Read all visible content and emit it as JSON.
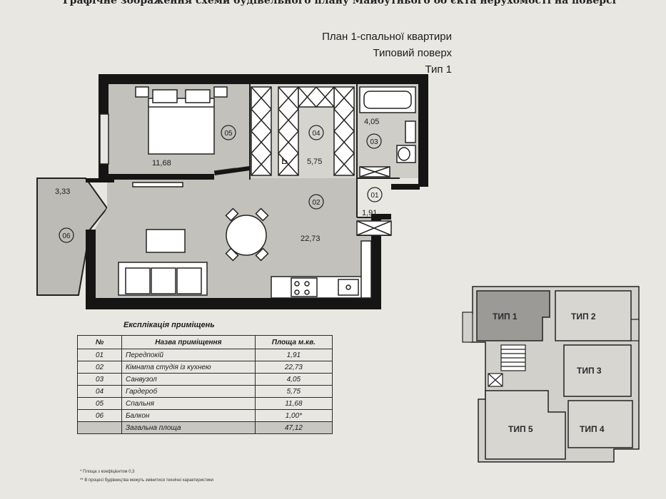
{
  "header": {
    "cut_text": "Графічне зображення схеми будівельного плану Майбутнього об’єкта нерухомості на поверсі"
  },
  "plan_title": {
    "line1": "План 1-спальної квартири",
    "line2": "Типовий поверх",
    "line3": "Тип 1"
  },
  "rooms": [
    {
      "code": "01",
      "area": "1,91"
    },
    {
      "code": "02",
      "area": "22,73"
    },
    {
      "code": "03",
      "area": "4,05"
    },
    {
      "code": "04",
      "area": "5,75"
    },
    {
      "code": "05",
      "area": "11,68"
    },
    {
      "code": "06",
      "area": "3,33"
    }
  ],
  "explication": {
    "title": "Експлікація приміщень",
    "headers": {
      "num": "№",
      "name": "Назва приміщення",
      "area": "Площа м.кв."
    },
    "rows": [
      {
        "num": "01",
        "name": "Передпокій",
        "area": "1,91"
      },
      {
        "num": "02",
        "name": "Кімната студія із кухнею",
        "area": "22,73"
      },
      {
        "num": "03",
        "name": "Санвузол",
        "area": "4,05"
      },
      {
        "num": "04",
        "name": "Гардероб",
        "area": "5,75"
      },
      {
        "num": "05",
        "name": "Спальня",
        "area": "11,68"
      },
      {
        "num": "06",
        "name": "Балкон",
        "area": "1,00*"
      }
    ],
    "total": {
      "name": "Загальна площа",
      "area": "47,12"
    }
  },
  "footnotes": {
    "note1": "* Площа з коефіцієнтом 0,3",
    "note2": "** В процесі будівництва можуть змінитися технічні характеристики"
  },
  "key_plan": {
    "type1": "ТИП 1",
    "type2": "ТИП 2",
    "type3": "ТИП 3",
    "type4": "ТИП 4",
    "type5": "ТИП 5"
  }
}
